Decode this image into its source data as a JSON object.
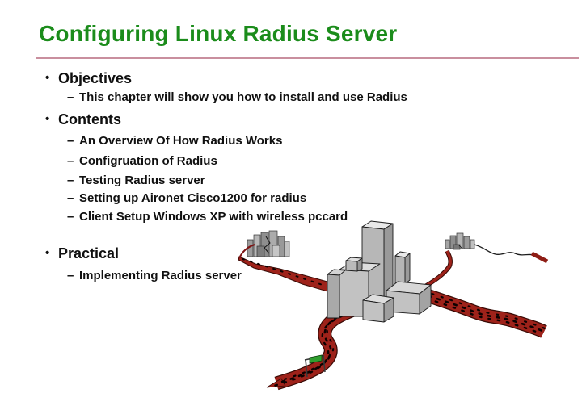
{
  "slide": {
    "title": "Configuring Linux Radius Server"
  },
  "colors": {
    "title_green": "#1b8c1b",
    "divider_pink": "#c98f9e",
    "body_text": "#101010",
    "road_red": "#9e221a",
    "road_edge": "#380b06",
    "road_dot": "#0d0101",
    "thin_road_black": "#1d1d1d",
    "building_front_gray": "#c2c2c2",
    "building_side_gray": "#9c9c9c",
    "building_top_gray": "#e4e4e4",
    "sign_green": "#2f9e2f"
  },
  "outline": {
    "bullet_char": "•",
    "dash_char": "–",
    "items": [
      {
        "level": 1,
        "text": "Objectives"
      },
      {
        "level": 2,
        "text": "This chapter will show you how to install and use Radius"
      },
      {
        "level": 1,
        "text": "Contents"
      },
      {
        "level": 2,
        "text": "An Overview Of How Radius Works"
      },
      {
        "level": 2,
        "text": "Configruation of Radius"
      },
      {
        "level": 2,
        "text": "Testing Radius server"
      },
      {
        "level": 2,
        "text": "Setting up Aironet Cisco1200 for radius"
      },
      {
        "level": 2,
        "text": "Client Setup Windows XP with wireless pccard"
      },
      {
        "level": 1,
        "text": "Practical"
      },
      {
        "level": 2,
        "text": "Implementing Radius server"
      }
    ]
  },
  "illustration": {
    "name": "city-with-roads-clipart"
  }
}
